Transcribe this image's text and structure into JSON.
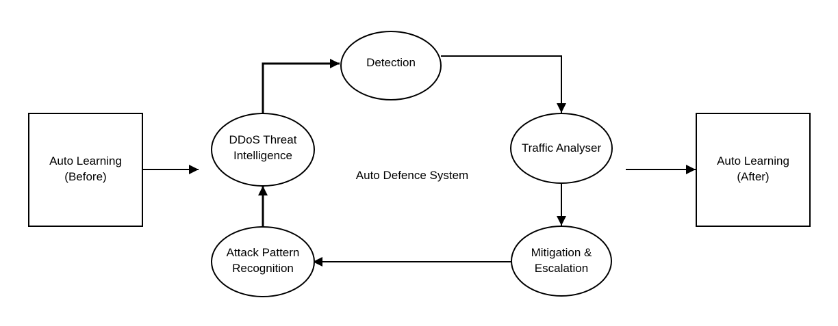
{
  "diagram": {
    "center_label": "Auto Defence System",
    "nodes": [
      {
        "id": "auto_before",
        "shape": "rect",
        "lines": [
          "Auto Learning",
          "(Before)"
        ]
      },
      {
        "id": "threat_intel",
        "shape": "ellipse",
        "lines": [
          "DDoS Threat",
          "Intelligence"
        ]
      },
      {
        "id": "detection",
        "shape": "ellipse",
        "lines": [
          "Detection"
        ]
      },
      {
        "id": "traffic_analyser",
        "shape": "ellipse",
        "lines": [
          "Traffic Analyser"
        ]
      },
      {
        "id": "mitigation",
        "shape": "ellipse",
        "lines": [
          "Mitigation &",
          "Escalation"
        ]
      },
      {
        "id": "attack_pattern",
        "shape": "ellipse",
        "lines": [
          "Attack Pattern",
          "Recognition"
        ]
      },
      {
        "id": "auto_after",
        "shape": "rect",
        "lines": [
          "Auto Learning",
          "(After)"
        ]
      }
    ],
    "edges": [
      {
        "from": "auto_before",
        "to": "threat_intel"
      },
      {
        "from": "threat_intel",
        "to": "detection"
      },
      {
        "from": "detection",
        "to": "traffic_analyser"
      },
      {
        "from": "traffic_analyser",
        "to": "mitigation"
      },
      {
        "from": "mitigation",
        "to": "attack_pattern"
      },
      {
        "from": "attack_pattern",
        "to": "threat_intel"
      },
      {
        "from": "traffic_analyser",
        "to": "auto_after"
      }
    ]
  }
}
